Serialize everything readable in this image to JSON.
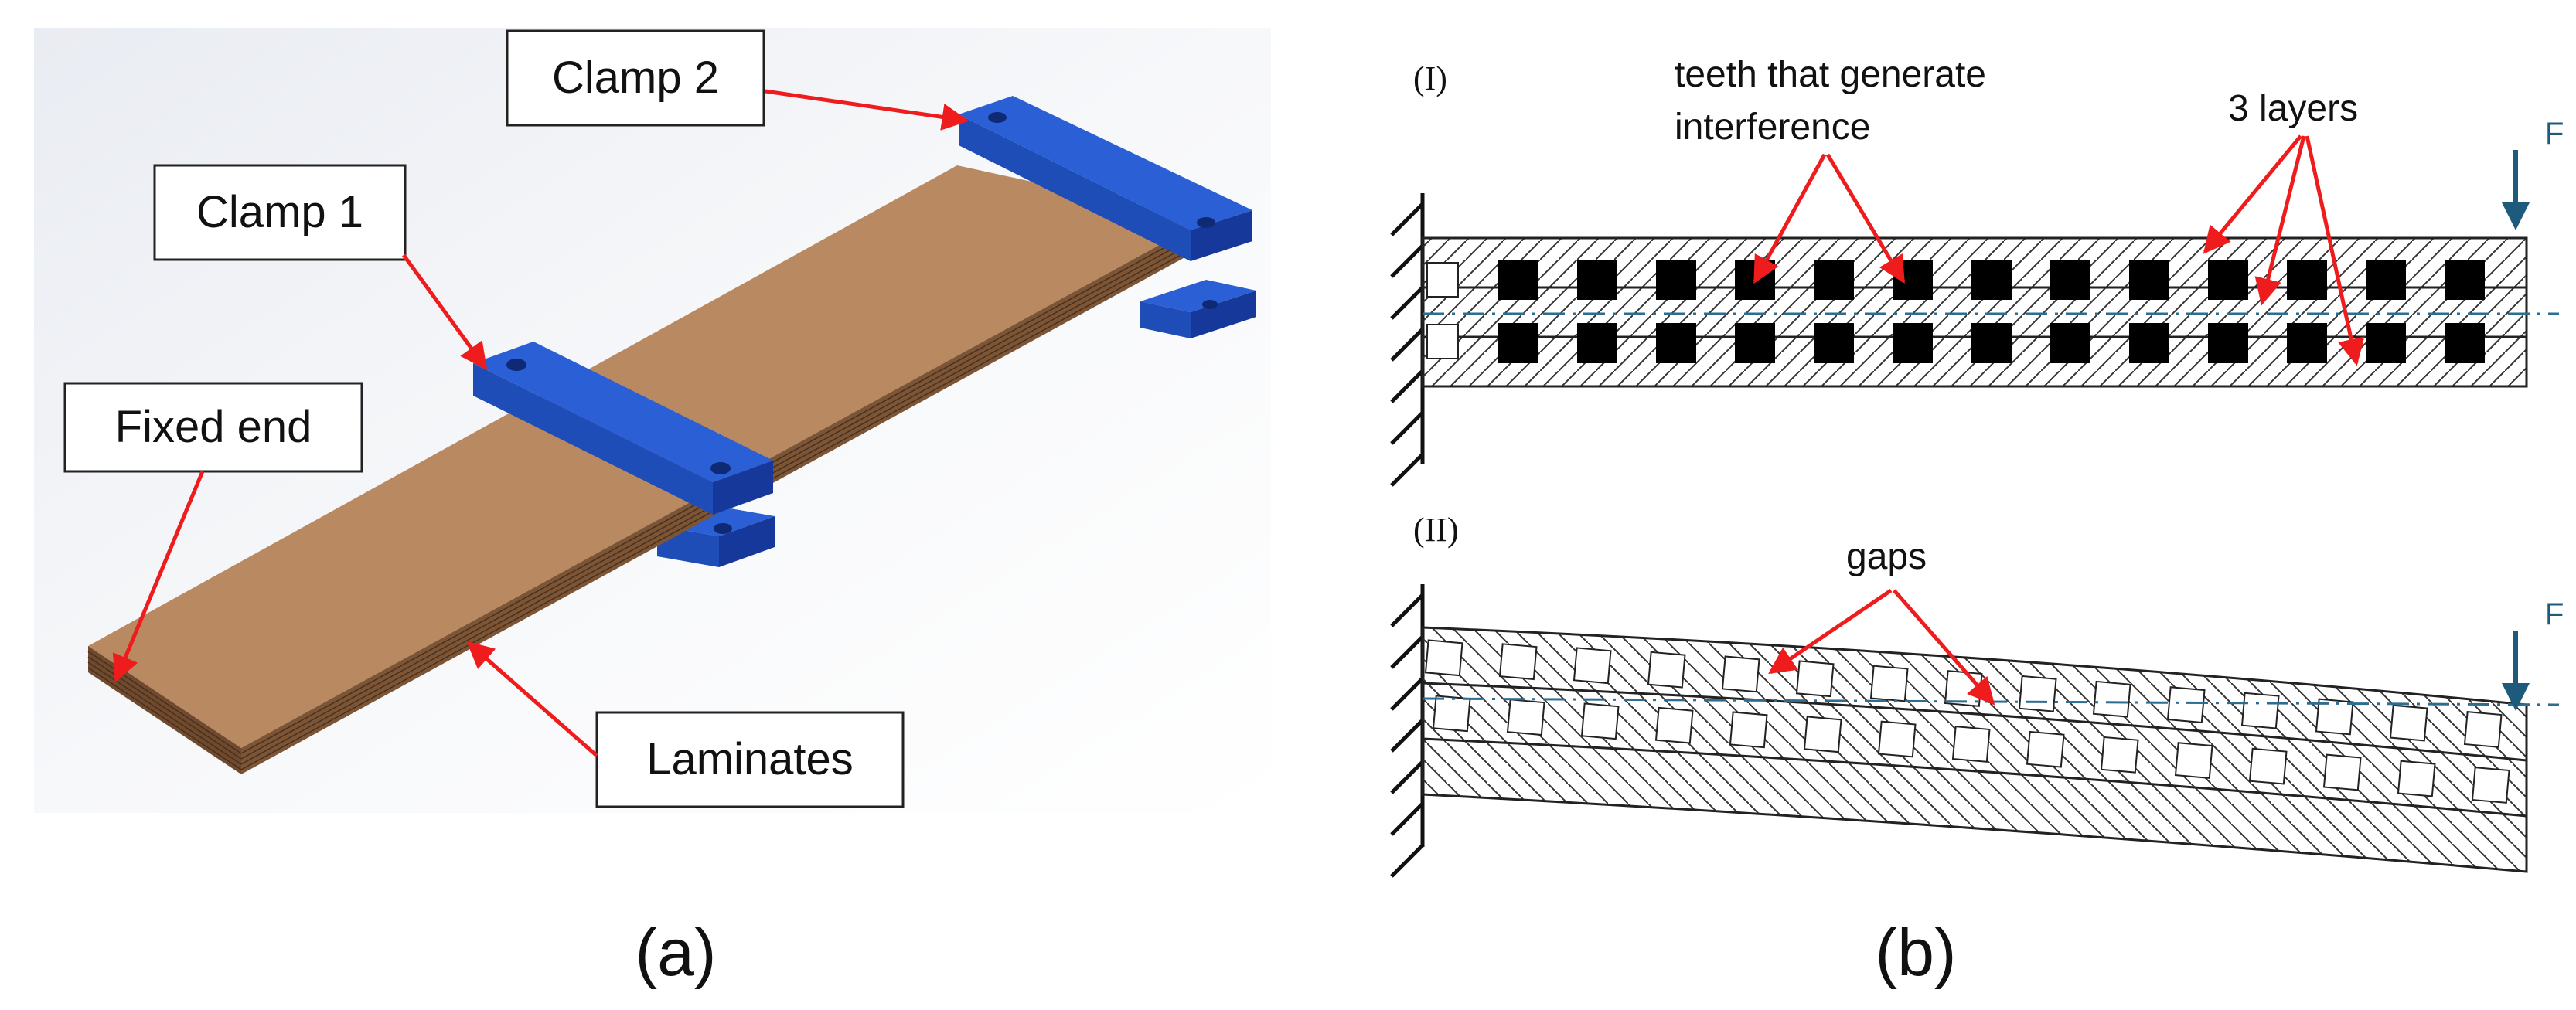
{
  "panel_a": {
    "caption": "(a)",
    "labels": {
      "clamp2": "Clamp 2",
      "clamp1": "Clamp 1",
      "fixed_end": "Fixed end",
      "laminates": "Laminates"
    }
  },
  "panel_b": {
    "caption": "(b)",
    "sub1": {
      "tag": "(I)",
      "teeth_label_line1": "teeth that generate",
      "teeth_label_line2": "interference",
      "layers_label": "3 layers",
      "force_label": "F"
    },
    "sub2": {
      "tag": "(II)",
      "gaps_label": "gaps",
      "force_label": "F"
    }
  },
  "colors": {
    "laminate_top": "#b98a62",
    "laminate_side": "#7b5536",
    "clamp_blue": "#2456c7",
    "clamp_dark": "#16389a",
    "arrow_red": "#ee1c1c",
    "force_arrow": "#1d5a7c",
    "centerline": "#2d6d8f"
  }
}
